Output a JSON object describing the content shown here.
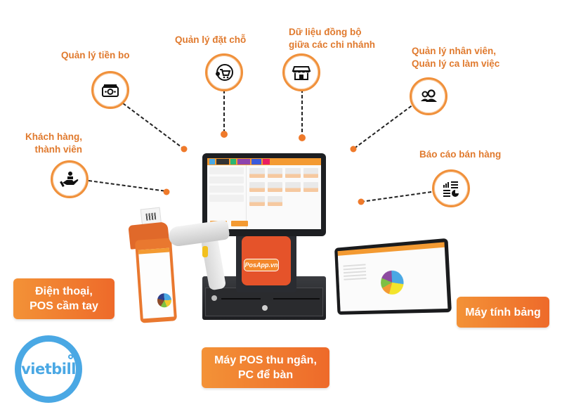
{
  "features": [
    {
      "id": "tips",
      "label": "Quản lý tiền bo",
      "icon": "cash-icon"
    },
    {
      "id": "booking",
      "label": "Quản lý đặt chỗ",
      "icon": "cart-icon"
    },
    {
      "id": "sync",
      "label": "Dữ liệu đồng bộ giữa các chi nhánh",
      "label_lines": [
        "Dữ liệu đồng bộ",
        "giữa các chi nhánh"
      ],
      "icon": "store-icon"
    },
    {
      "id": "staff",
      "label": "Quản lý nhân viên, Quản lý ca làm việc",
      "label_lines": [
        "Quản lý nhân viên,",
        "Quản lý ca làm việc"
      ],
      "icon": "users-icon"
    },
    {
      "id": "customers",
      "label": "Khách hàng, thành viên",
      "label_lines": [
        "Khách hàng,",
        "thành viên"
      ],
      "icon": "customer-care-icon"
    },
    {
      "id": "reports",
      "label": "Báo cáo bán hàng",
      "icon": "report-icon"
    }
  ],
  "devices": [
    {
      "id": "handheld",
      "label_lines": [
        "Điện thoại,",
        "POS cầm tay"
      ]
    },
    {
      "id": "pos",
      "label_lines": [
        "Máy POS thu ngân,",
        "PC để bàn"
      ]
    },
    {
      "id": "tablet",
      "label_lines": [
        "Máy tính bảng"
      ]
    }
  ],
  "brand": {
    "logo_text": "vietbill",
    "pos_stand_brand": "PosApp.vn"
  },
  "colors": {
    "accent_orange": "#f0903a",
    "label_orange": "#e07a2e",
    "button_gradient_start": "#f39237",
    "button_gradient_end": "#ee6a2a",
    "logo_blue": "#4aa8e4"
  }
}
